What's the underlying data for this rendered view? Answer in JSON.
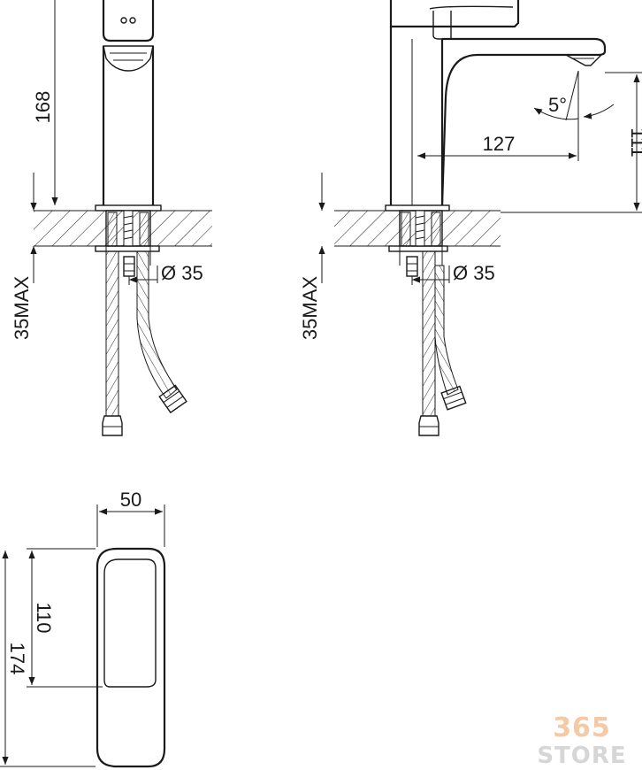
{
  "dimensions": {
    "height_168": "168",
    "deck_thickness_left": "35MAX",
    "hole_diameter_left": "Ø 35",
    "reach_127": "127",
    "spout_height_111": "111",
    "angle_5": "5°",
    "deck_thickness_right": "35MAX",
    "hole_diameter_right": "Ø 35",
    "width_50": "50",
    "length_110": "110",
    "length_174": "174"
  },
  "logo": {
    "number": "365",
    "word": "STORE"
  },
  "colors": {
    "line": "#1a1a1a",
    "logo_number": "#f3c9a6",
    "logo_word": "#d6d6d6"
  }
}
